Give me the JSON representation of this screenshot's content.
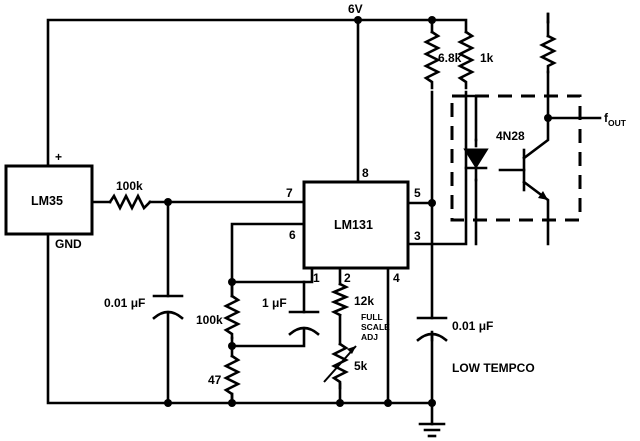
{
  "components": {
    "temp_sensor": {
      "name": "LM35",
      "plus": "+",
      "gnd": "GND"
    },
    "converter": {
      "name": "LM131",
      "pins": {
        "p1": "1",
        "p2": "2",
        "p3": "3",
        "p4": "4",
        "p5": "5",
        "p6": "6",
        "p7": "7",
        "p8": "8"
      }
    },
    "optocoupler": {
      "name": "4N28"
    }
  },
  "supply": "6V",
  "output": {
    "main": "f",
    "sub": "OUT"
  },
  "values": {
    "r_in": "100k",
    "c_in": "0.01 μF",
    "r_ref": "100k",
    "c_timing": "1 μF",
    "r_47": "47",
    "r_12k": "12k",
    "pot_5k": "5k",
    "adj_line1": "FULL",
    "adj_line2": "SCALE",
    "adj_line3": "ADJ",
    "r_6_8k": "6.8k",
    "r_1k": "1k",
    "c_out": "0.01 μF",
    "tempco": "LOW TEMPCO"
  }
}
